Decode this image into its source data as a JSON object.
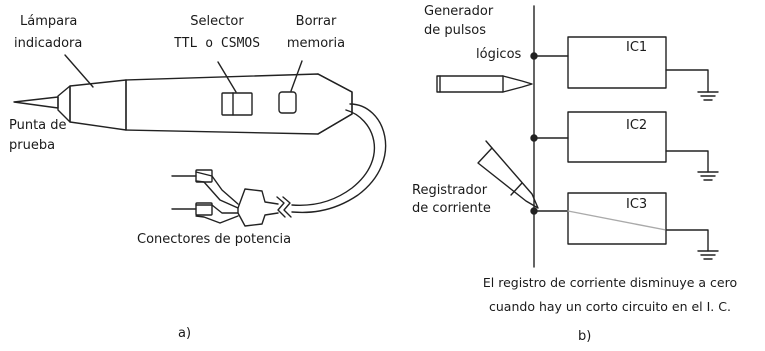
{
  "panel_a": {
    "lamp_label_1": "Lámpara",
    "lamp_label_2": "indicadora",
    "selector_label_1": "Selector",
    "selector_label_2": "TTL o CSMOS",
    "erase_label_1": "Borrar",
    "erase_label_2": "memoria",
    "tip_label_1": "Punta de",
    "tip_label_2": "prueba",
    "connectors_label": "Conectores de potencia",
    "caption": "a)"
  },
  "panel_b": {
    "generator_label_1": "Generador",
    "generator_label_2": "de pulsos",
    "generator_label_3": "lógicos",
    "recorder_label_1": "Registrador",
    "recorder_label_2": "de corriente",
    "ic1": "IC1",
    "ic2": "IC2",
    "ic3": "IC3",
    "note_1": "El registro de corriente disminuye a cero",
    "note_2": "cuando hay un corto circuito en el I. C.",
    "caption": "b)"
  }
}
